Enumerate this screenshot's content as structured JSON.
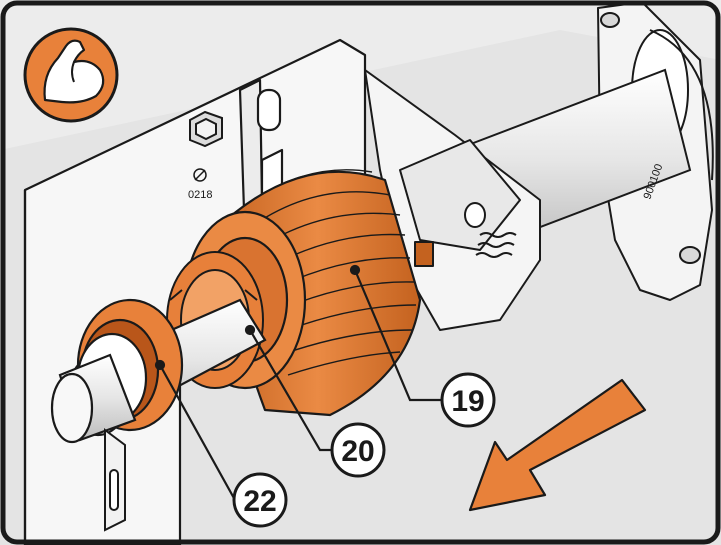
{
  "callouts": {
    "c19": "19",
    "c20": "20",
    "c22": "22"
  },
  "icons": {
    "strength": "flexed-arm-icon",
    "direction": "arrow-down-left-icon"
  },
  "markings": {
    "bracket_code": "0218",
    "shaft_code": "900100"
  },
  "colors": {
    "accent": "#e8813a",
    "accent_dark": "#b9561a",
    "outline": "#1a1a1a",
    "panel": "#e2e2e2",
    "panel_light": "#f2f2f2",
    "bg": "#ffffff"
  }
}
